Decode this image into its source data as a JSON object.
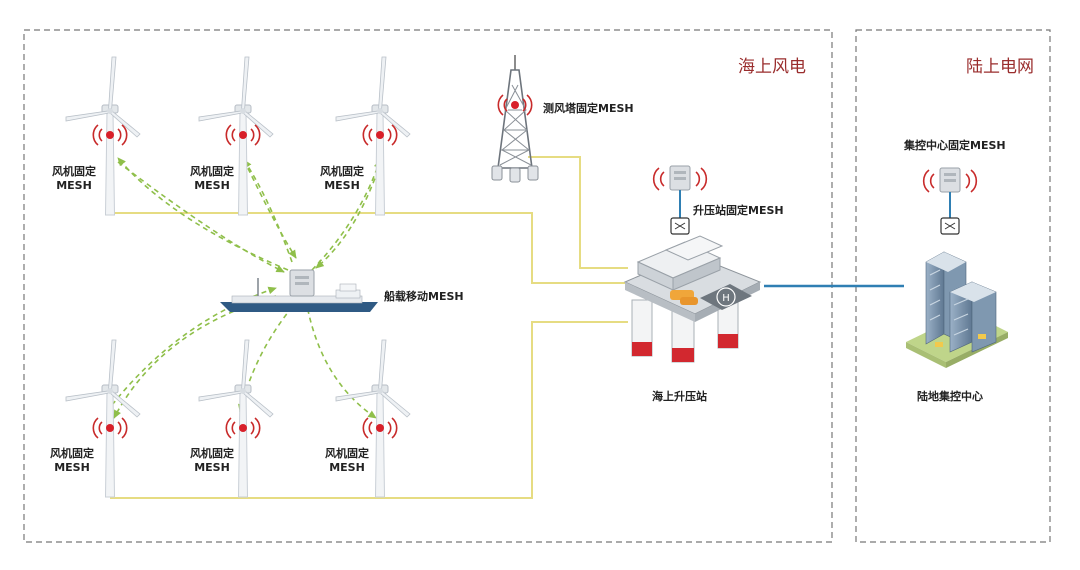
{
  "zones": {
    "offshore": "海上风电",
    "onshore": "陆上电网"
  },
  "turbines": [
    {
      "line1": "风机固定",
      "line2": "MESH"
    },
    {
      "line1": "风机固定",
      "line2": "MESH"
    },
    {
      "line1": "风机固定",
      "line2": "MESH"
    },
    {
      "line1": "风机固定",
      "line2": "MESH"
    },
    {
      "line1": "风机固定",
      "line2": "MESH"
    },
    {
      "line1": "风机固定",
      "line2": "MESH"
    }
  ],
  "tower_label": "测风塔固定MESH",
  "ship_label": "船载移动MESH",
  "substation_mesh_label": "升压站固定MESH",
  "substation_label": "海上升压站",
  "control_mesh_label": "集控中心固定MESH",
  "control_center_label": "陆地集控中心",
  "colors": {
    "zone_label": "#9a2d2d",
    "fiber_link": "#e6dc82",
    "wireless_link": "#8fbf4a",
    "backbone_link": "#2f7fb3",
    "signal": "#c82a2a"
  }
}
